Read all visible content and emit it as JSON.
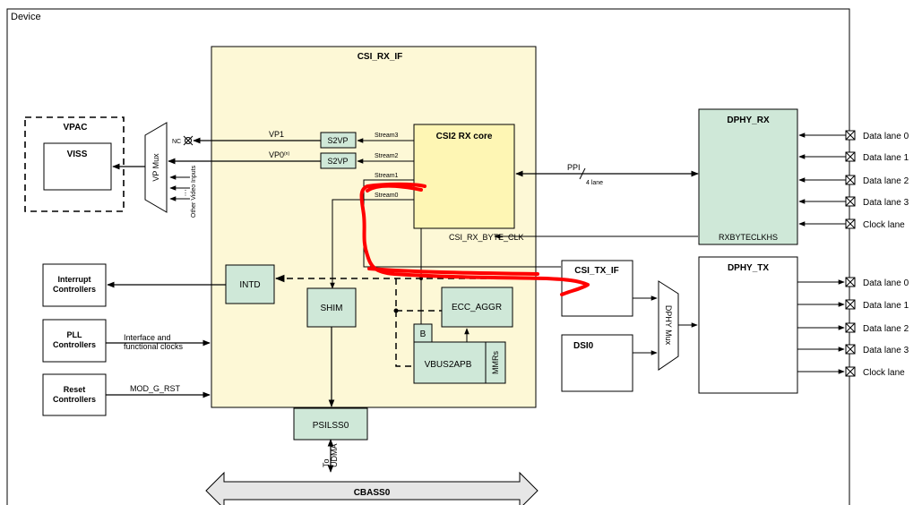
{
  "device_label": "Device",
  "blocks": {
    "csi_rx_if": "CSI_RX_IF",
    "csi2_rx_core": "CSI2 RX core",
    "vpac": "VPAC",
    "viss": "VISS",
    "vp_mux": "VP Mux",
    "s2vp": "S2VP",
    "intd": "INTD",
    "shim": "SHIM",
    "ecc_aggr": "ECC_AGGR",
    "b": "B",
    "vbus2apb": "VBUS2APB",
    "mmrs": "MMRs",
    "psilss0": "PSILSS0",
    "csi_tx_if": "CSI_TX_IF",
    "dsi0": "DSI0",
    "dphy_mux": "DPHY Mux",
    "dphy_rx": "DPHY_RX",
    "dphy_tx": "DPHY_TX",
    "cbass0": "CBASS0"
  },
  "controllers": {
    "interrupt": [
      "Interrupt",
      "Controllers"
    ],
    "pll": [
      "PLL",
      "Controllers"
    ],
    "reset": [
      "Reset",
      "Controllers"
    ]
  },
  "signals": {
    "nc": "NC",
    "vp1": "VP1",
    "vp0": "VP0",
    "vp0_sup": "(n)",
    "stream3": "Stream3",
    "stream2": "Stream2",
    "stream1": "Stream1",
    "stream0": "Stream0",
    "other_video_inputs": "Other Video Inputs",
    "ppi": "PPI",
    "four_lane": "4 lane",
    "csi_rx_byte_clk": "CSI_RX_BYTE_CLK",
    "rxbyteclkhs": "RXBYTECLKHS",
    "interface_clocks": [
      "Interface and",
      "functional clocks"
    ],
    "mod_g_rst": "MOD_G_RST",
    "to_udma": [
      "To",
      "UDMA"
    ]
  },
  "rx_lanes": [
    "Data lane 0",
    "Data lane 1",
    "Data lane 2",
    "Data lane 3",
    "Clock lane"
  ],
  "tx_lanes": [
    "Data lane 0",
    "Data lane 1",
    "Data lane 2",
    "Data lane 3",
    "Clock lane"
  ],
  "colors": {
    "yellow_block": "#FDF8D6",
    "yellow_core": "#FEF6B4",
    "green_block": "#CFE8D8",
    "annotation_red": "#FF0000"
  }
}
